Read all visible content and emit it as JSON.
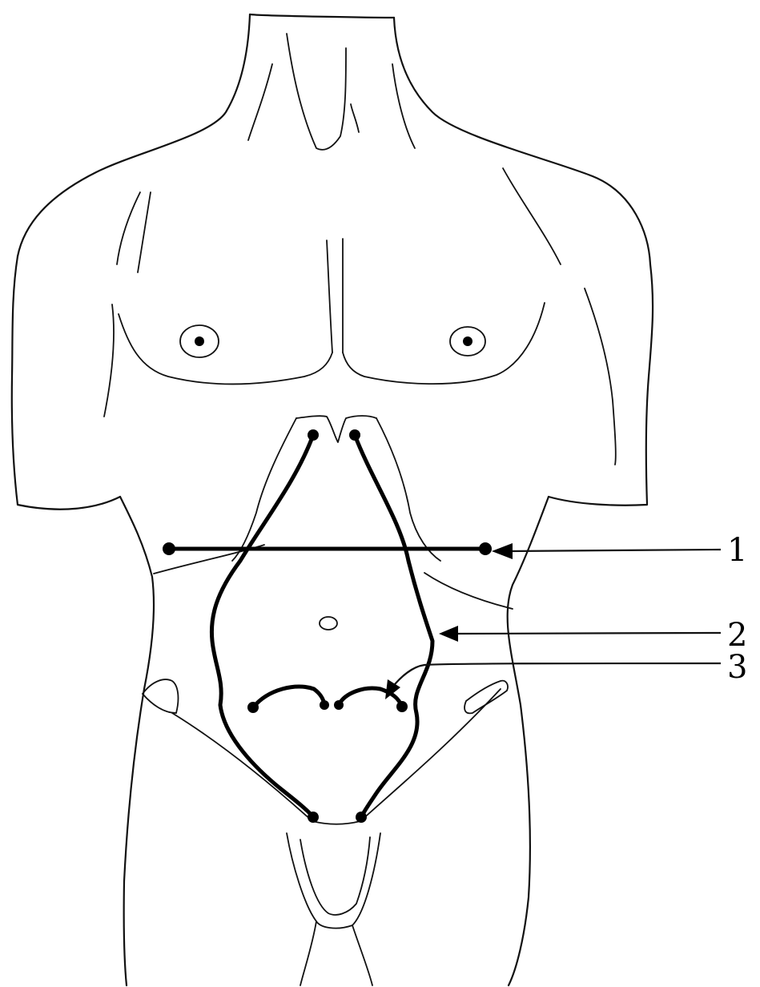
{
  "colors": {
    "line": "#111111",
    "incision": "#000000",
    "background": "#ffffff"
  },
  "labels": [
    {
      "id": "1",
      "text": "1"
    },
    {
      "id": "2",
      "text": "2"
    },
    {
      "id": "3",
      "text": "3"
    }
  ]
}
